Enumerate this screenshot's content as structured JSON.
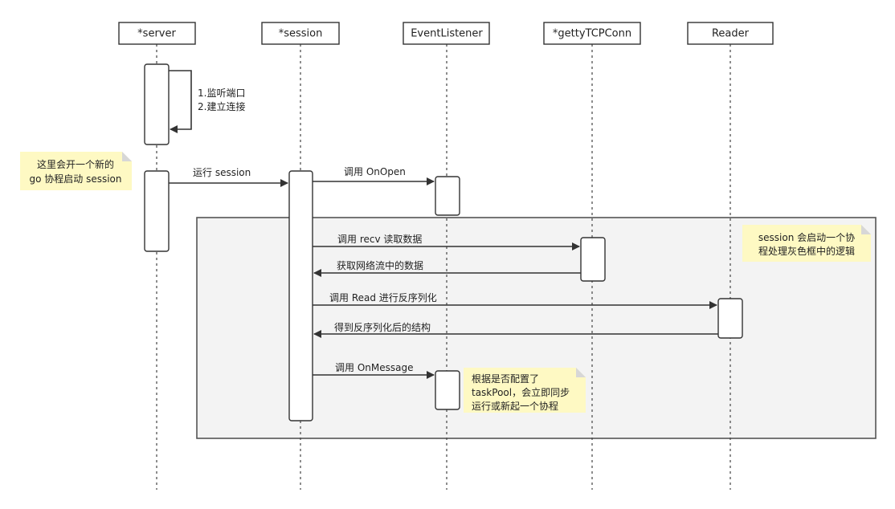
{
  "actors": [
    {
      "label": "*server"
    },
    {
      "label": "*session"
    },
    {
      "label": "EventListener"
    },
    {
      "label": "*gettyTCPConn"
    },
    {
      "label": "Reader"
    }
  ],
  "self_message": {
    "lines": [
      "1.监听端口",
      "2.建立连接"
    ]
  },
  "messages": {
    "run_session": "运行 session",
    "call_onopen": "调用 OnOpen",
    "call_recv": "调用 recv 读取数据",
    "get_data": "获取网络流中的数据",
    "call_read": "调用 Read 进行反序列化",
    "get_struct": "得到反序列化后的结构",
    "call_onmessage": "调用 OnMessage"
  },
  "notes": {
    "goroutine": {
      "lines": [
        "这里会开一个新的",
        "go 协程启动 session"
      ]
    },
    "loop": {
      "lines": [
        "session 会启动一个协",
        "程处理灰色框中的逻辑"
      ]
    },
    "taskpool": {
      "lines": [
        "根据是否配置了",
        "taskPool，会立即同步",
        "运行或新起一个协程"
      ]
    }
  },
  "colors": {
    "note": "#fef9c3",
    "frame": "#f3f3f3",
    "line": "#333333"
  }
}
